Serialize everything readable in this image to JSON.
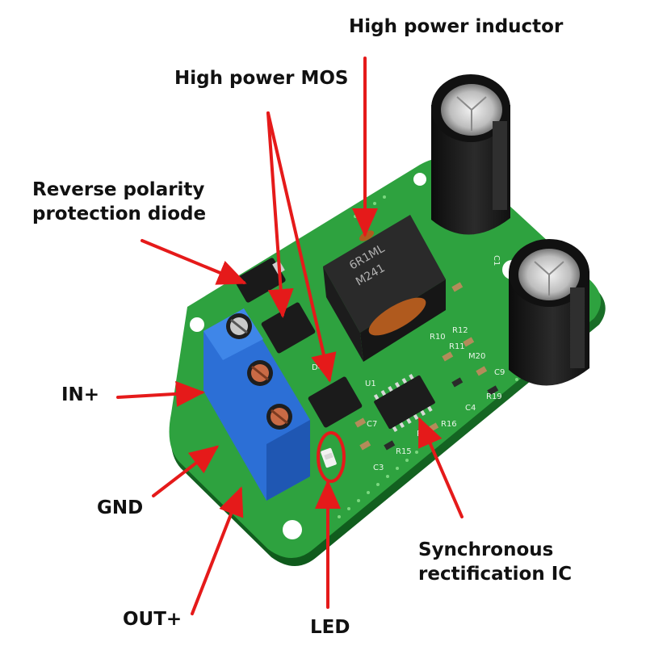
{
  "labels": {
    "inductor": "High power inductor",
    "mos": "High power MOS",
    "diode": "Reverse polarity\nprotection diode",
    "in_plus": "IN+",
    "gnd": "GND",
    "out_plus": "OUT+",
    "led": "LED",
    "ic": "Synchronous\nrectification IC"
  },
  "board_text": {
    "inductor_line1": "6R1ML",
    "inductor_line2": "M241",
    "pcb_labels": [
      "C1",
      "D4",
      "U1",
      "C7",
      "C3",
      "R15",
      "R16",
      "R17",
      "C4",
      "R19",
      "C9",
      "R10",
      "R11",
      "M20",
      "R12"
    ]
  },
  "colors": {
    "arrow": "#e51a1a",
    "board": "#2a9a3c",
    "terminal": "#2c6fd6",
    "label_text": "#111111"
  }
}
